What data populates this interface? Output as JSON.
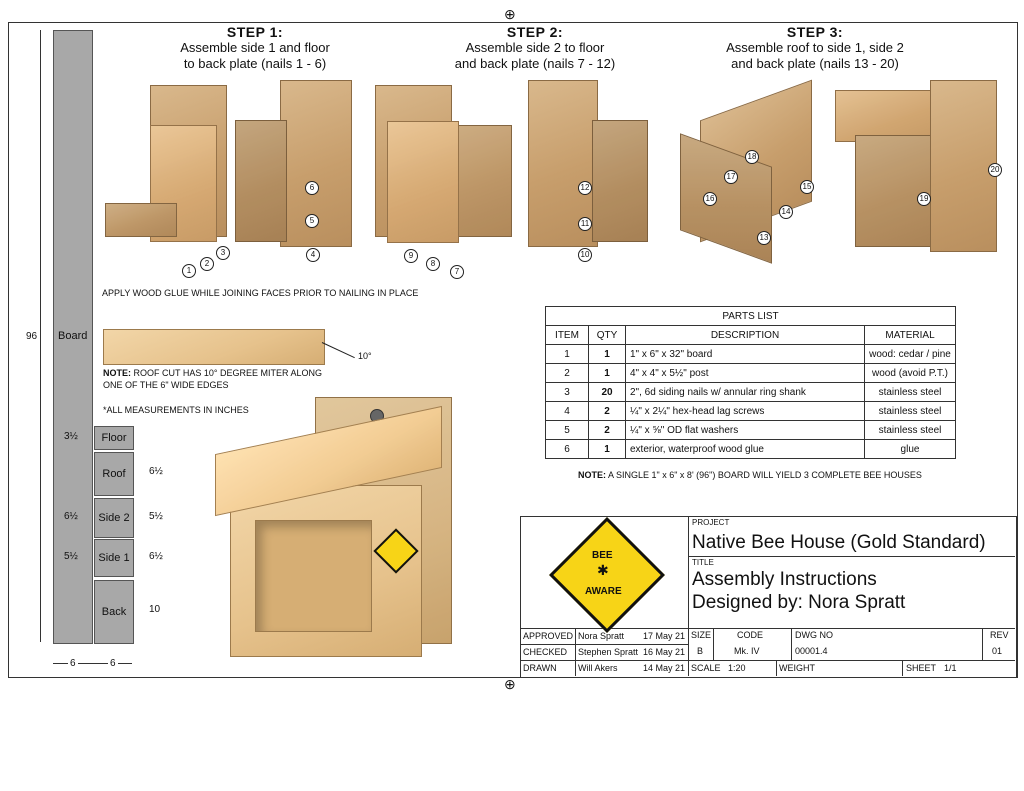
{
  "steps": [
    {
      "title": "STEP 1:",
      "line1": "Assemble side 1 and floor",
      "line2": "to back plate (nails 1 - 6)"
    },
    {
      "title": "STEP 2:",
      "line1": "Assemble side 2 to floor",
      "line2": "and back plate (nails 7 - 12)"
    },
    {
      "title": "STEP 3:",
      "line1": "Assemble roof to side 1, side 2",
      "line2": "and back plate (nails 13 - 20)"
    }
  ],
  "callouts": [
    "1",
    "2",
    "3",
    "4",
    "5",
    "6",
    "7",
    "8",
    "9",
    "10",
    "11",
    "12",
    "13",
    "14",
    "15",
    "16",
    "17",
    "18",
    "19",
    "20"
  ],
  "glue_note": "APPLY WOOD GLUE WHILE JOINING FACES PRIOR TO NAILING IN PLACE",
  "roof_note_bold": "NOTE:",
  "roof_note": "ROOF CUT HAS 10° DEGREE MITER ALONG ONE OF THE 6\" WIDE EDGES",
  "miter_angle": "10°",
  "measure_note": "*ALL MEASUREMENTS IN INCHES",
  "board": {
    "label": "Board",
    "length": "96",
    "width_left": "6",
    "width_right": "6",
    "pieces": [
      {
        "name": "Floor",
        "dim": "3½"
      },
      {
        "name": "Roof",
        "dim": "6½"
      },
      {
        "name": "Side 2",
        "dim_left": "6½",
        "dim_right": "5½"
      },
      {
        "name": "Side 1",
        "dim_left": "5½",
        "dim_right": "6½"
      },
      {
        "name": "Back",
        "dim": "10"
      }
    ]
  },
  "sign": {
    "line1": "BEE",
    "line2": "AWARE"
  },
  "parts_list": {
    "title": "PARTS LIST",
    "headers": [
      "ITEM",
      "QTY",
      "DESCRIPTION",
      "MATERIAL"
    ],
    "rows": [
      [
        "1",
        "1",
        "1\" x 6\" x 32\" board",
        "wood: cedar / pine"
      ],
      [
        "2",
        "1",
        "4\" x 4\" x 5½\" post",
        "wood (avoid P.T.)"
      ],
      [
        "3",
        "20",
        "2\", 6d siding nails w/ annular ring shank",
        "stainless steel"
      ],
      [
        "4",
        "2",
        "¼\" x 2¼\" hex-head lag screws",
        "stainless steel"
      ],
      [
        "5",
        "2",
        "¼\" x ⅝\" OD flat washers",
        "stainless steel"
      ],
      [
        "6",
        "1",
        "exterior, waterproof wood glue",
        "glue"
      ]
    ],
    "note_bold": "NOTE:",
    "note": "A SINGLE 1\" x 6\" x 8' (96\") BOARD WILL YIELD 3 COMPLETE BEE HOUSES"
  },
  "title_block": {
    "project_label": "PROJECT",
    "project": "Native Bee House (Gold Standard)",
    "title_label": "TITLE",
    "title1": "Assembly Instructions",
    "title2": "Designed by: Nora Spratt",
    "approved_label": "APPROVED",
    "approved_name": "Nora Spratt",
    "approved_date": "17 May 21",
    "checked_label": "CHECKED",
    "checked_name": "Stephen Spratt",
    "checked_date": "16 May 21",
    "drawn_label": "DRAWN",
    "drawn_name": "Will Akers",
    "drawn_date": "14 May 21",
    "size_label": "SIZE",
    "size": "B",
    "code_label": "CODE",
    "code": "Mk. IV",
    "dwg_label": "DWG NO",
    "dwg": "00001.4",
    "rev_label": "REV",
    "rev": "01",
    "scale_label": "SCALE",
    "scale": "1:20",
    "weight_label": "WEIGHT",
    "sheet_label": "SHEET",
    "sheet": "1/1"
  },
  "colors": {
    "sign_yellow": "#f7d417",
    "wood": "#c79e6c",
    "board_gray": "#a8a8a8"
  }
}
